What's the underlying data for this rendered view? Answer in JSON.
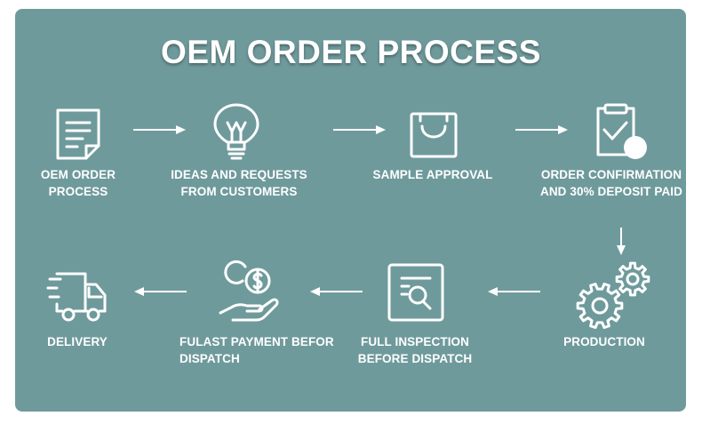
{
  "title": "OEM ORDER PROCESS",
  "colors": {
    "panel": "#6f9a9c",
    "foreground": "#ffffff"
  },
  "steps": [
    {
      "icon": "document-icon",
      "line1": "OEM ORDER",
      "line2": "PROCESS"
    },
    {
      "icon": "lightbulb-icon",
      "line1": "IDEAS AND REQUESTS",
      "line2": "FROM CUSTOMERS"
    },
    {
      "icon": "shopping-bag-icon",
      "line1": "SAMPLE APPROVAL",
      "line2": ""
    },
    {
      "icon": "clipboard-check-icon",
      "line1": "ORDER CONFIRMATION",
      "line2": "AND 30% DEPOSIT PAID"
    },
    {
      "icon": "gears-icon",
      "line1": "PRODUCTION",
      "line2": ""
    },
    {
      "icon": "inspection-icon",
      "line1": "FULL INSPECTION",
      "line2": "BEFORE DISPATCH"
    },
    {
      "icon": "payment-hand-icon",
      "line1": "FULAST PAYMENT BEFOR",
      "line2": "DISPATCH"
    },
    {
      "icon": "delivery-truck-icon",
      "line1": "DELIVERY",
      "line2": ""
    }
  ],
  "arrows": [
    {
      "from": 1,
      "to": 2,
      "direction": "right"
    },
    {
      "from": 2,
      "to": 3,
      "direction": "right"
    },
    {
      "from": 3,
      "to": 4,
      "direction": "right"
    },
    {
      "from": 4,
      "to": 5,
      "direction": "down"
    },
    {
      "from": 5,
      "to": 6,
      "direction": "left"
    },
    {
      "from": 6,
      "to": 7,
      "direction": "left"
    },
    {
      "from": 7,
      "to": 8,
      "direction": "left"
    }
  ]
}
